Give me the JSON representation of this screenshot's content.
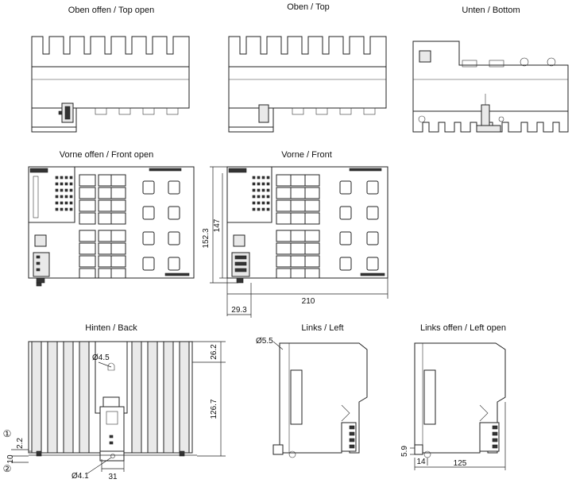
{
  "views": {
    "top_open": "Oben offen / Top open",
    "top": "Oben / Top",
    "bottom": "Unten / Bottom",
    "front_open": "Vorne offen / Front open",
    "front": "Vorne / Front",
    "back": "Hinten / Back",
    "left": "Links / Left",
    "left_open": "Links offen / Left open"
  },
  "dims": {
    "height_total": "152.3",
    "height_body": "147",
    "width": "210",
    "offset": "29.3",
    "back_top": "26.2",
    "back_height": "126.7",
    "back_hole": "Ø4.5",
    "back_hole_small": "Ø4.1",
    "back_gap": "2.2",
    "back_bottom": "10",
    "back_rail": "31",
    "left_hole": "Ø5.5",
    "left_small": "5.9",
    "left_foot": "14",
    "depth": "125"
  },
  "markers": {
    "one": "①",
    "two": "②"
  }
}
